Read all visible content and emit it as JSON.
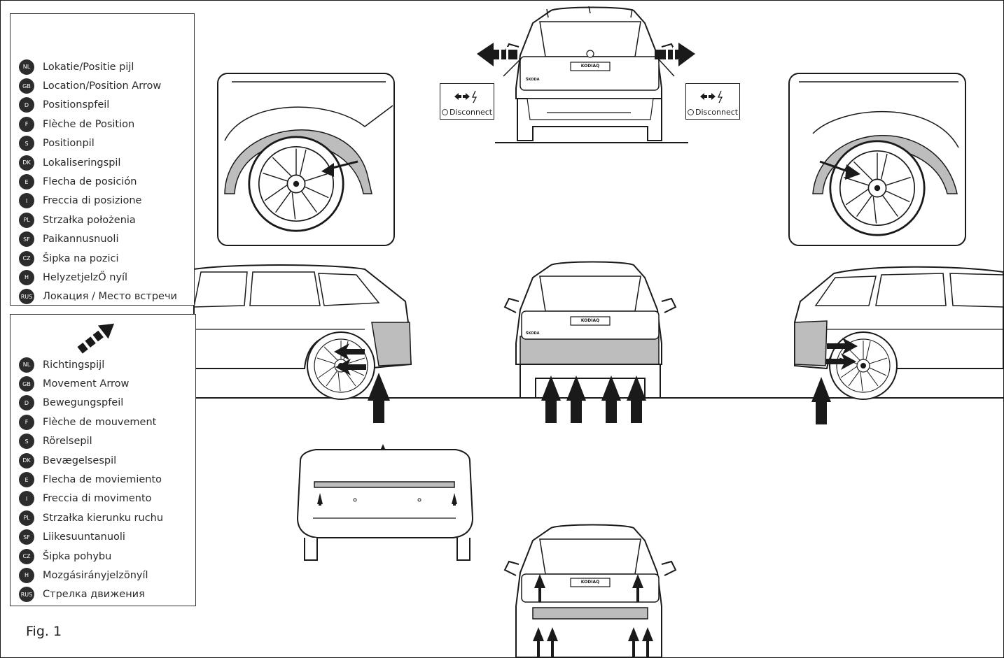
{
  "figure": {
    "label": "Fig. 1"
  },
  "callouts": {
    "disconnect_label": "Disconnect"
  },
  "car": {
    "badge_text": "KODIAQ",
    "brand_text": "ŠKODA"
  },
  "legend_position": {
    "items": [
      {
        "code": "NL",
        "label": "Lokatie/Positie pijl"
      },
      {
        "code": "GB",
        "label": "Location/Position Arrow"
      },
      {
        "code": "D",
        "label": "Positionspfeil"
      },
      {
        "code": "F",
        "label": "Flèche de Position"
      },
      {
        "code": "S",
        "label": "Positionpil"
      },
      {
        "code": "DK",
        "label": "Lokaliseringspil"
      },
      {
        "code": "E",
        "label": "Flecha de posición"
      },
      {
        "code": "I",
        "label": "Freccia di posizione"
      },
      {
        "code": "PL",
        "label": "Strzałka położenia"
      },
      {
        "code": "SF",
        "label": "Paikannusnuoli"
      },
      {
        "code": "CZ",
        "label": "Šipka na pozici"
      },
      {
        "code": "H",
        "label": "HelyzetjelzŐ nyíl"
      },
      {
        "code": "RUS",
        "label": "Локация / Место встречи"
      }
    ]
  },
  "legend_movement": {
    "items": [
      {
        "code": "NL",
        "label": "Richtingspijl"
      },
      {
        "code": "GB",
        "label": "Movement Arrow"
      },
      {
        "code": "D",
        "label": "Bewegungspfeil"
      },
      {
        "code": "F",
        "label": "Flèche de mouvement"
      },
      {
        "code": "S",
        "label": "Rörelsepil"
      },
      {
        "code": "DK",
        "label": "Bevægelsespil"
      },
      {
        "code": "E",
        "label": "Flecha de moviemiento"
      },
      {
        "code": "I",
        "label": "Freccia di movimento"
      },
      {
        "code": "PL",
        "label": "Strzałka kierunku ruchu"
      },
      {
        "code": "SF",
        "label": "Liikesuuntanuoli"
      },
      {
        "code": "CZ",
        "label": "Šipka pohybu"
      },
      {
        "code": "H",
        "label": "Mozgásirányjelzönyíl"
      },
      {
        "code": "RUS",
        "label": "Стрелка движения"
      }
    ]
  },
  "colors": {
    "line": "#1a1a1a",
    "highlight": "#bdbdbd",
    "badge": "#2c2c2c"
  }
}
